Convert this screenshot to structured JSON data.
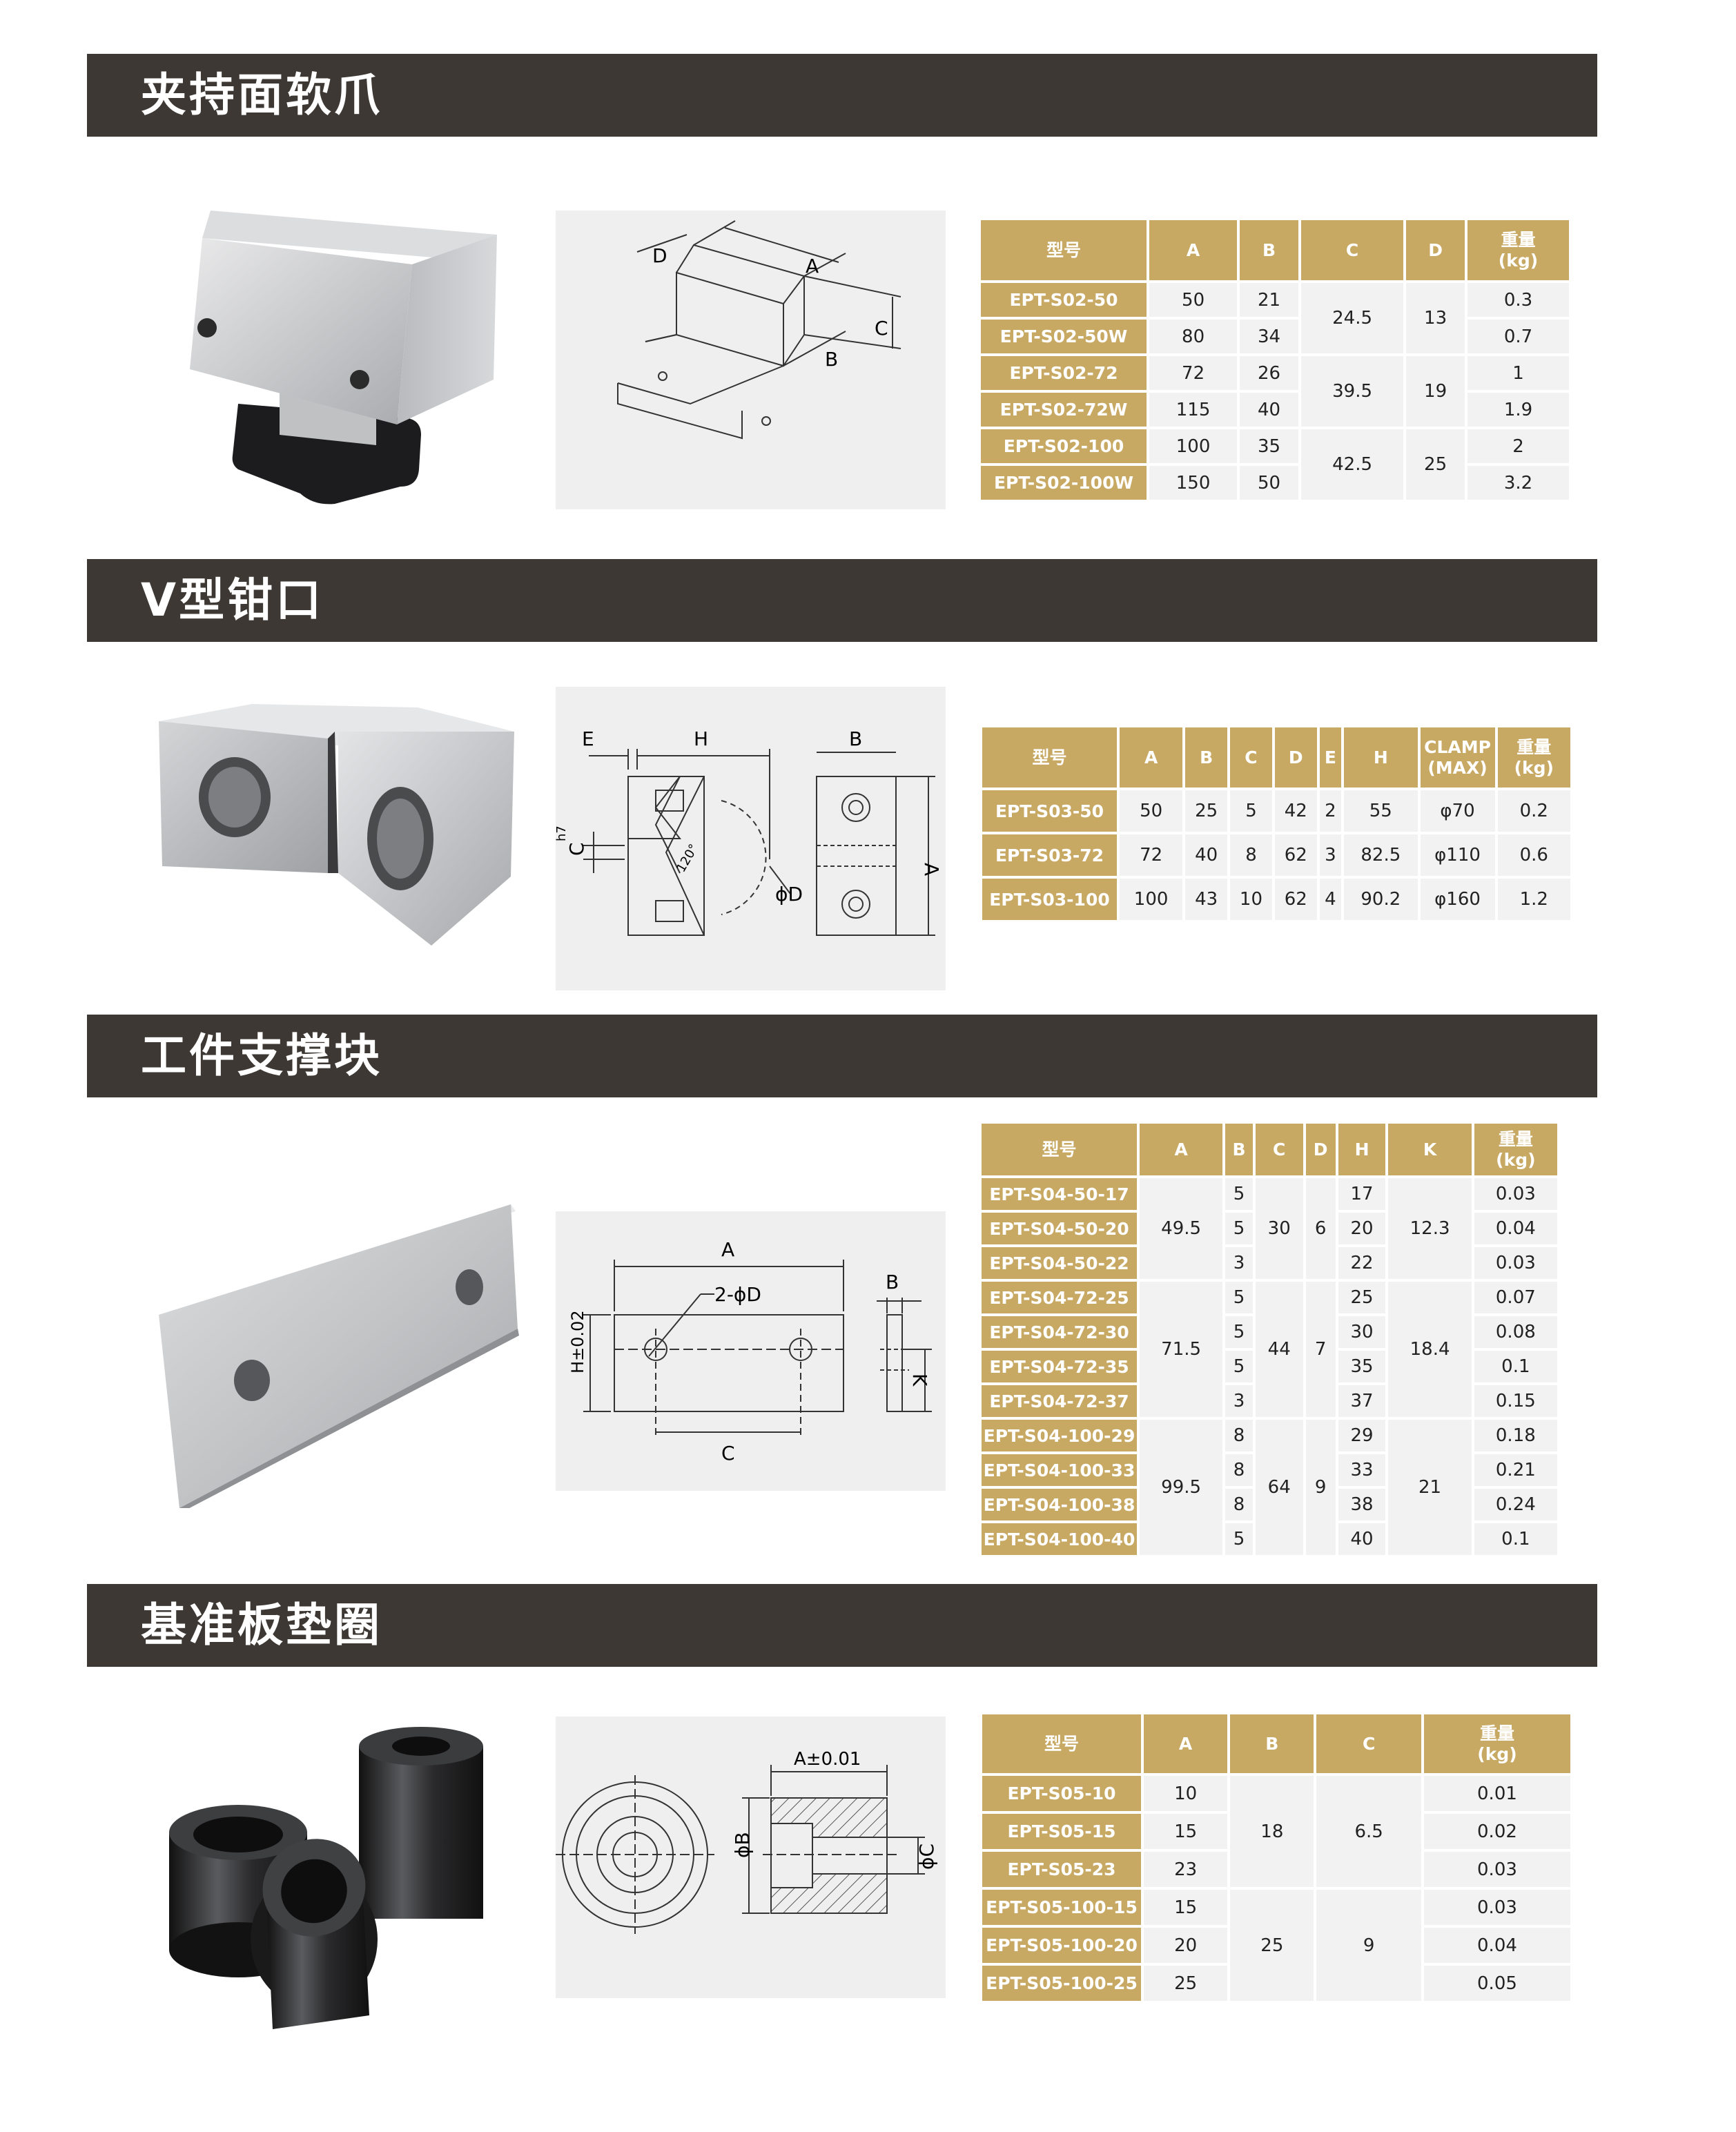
{
  "sections": [
    {
      "title": "夹持面软爪",
      "headers": [
        "型号",
        "A",
        "B",
        "C",
        "D",
        "重量\n(kg)"
      ],
      "rows": [
        {
          "model": "EPT-S02-50",
          "A": "50",
          "B": "21",
          "C": "24.5",
          "D": "13",
          "weight": "0.3"
        },
        {
          "model": "EPT-S02-50W",
          "A": "80",
          "B": "34",
          "weight": "0.7"
        },
        {
          "model": "EPT-S02-72",
          "A": "72",
          "B": "26",
          "C": "39.5",
          "D": "19",
          "weight": "1"
        },
        {
          "model": "EPT-S02-72W",
          "A": "115",
          "B": "40",
          "weight": "1.9"
        },
        {
          "model": "EPT-S02-100",
          "A": "100",
          "B": "35",
          "C": "42.5",
          "D": "25",
          "weight": "2"
        },
        {
          "model": "EPT-S02-100W",
          "A": "150",
          "B": "50",
          "weight": "3.2"
        }
      ],
      "drawing_labels": {
        "a": "A",
        "b": "B",
        "c": "C",
        "d": "D"
      }
    },
    {
      "title": "V型钳口",
      "headers": [
        "型号",
        "A",
        "B",
        "C",
        "D",
        "E",
        "H",
        "CLAMP\n(MAX)",
        "重量\n(kg)"
      ],
      "rows": [
        {
          "model": "EPT-S03-50",
          "A": "50",
          "B": "25",
          "C": "5",
          "D": "42",
          "E": "2",
          "H": "55",
          "clamp": "φ70",
          "weight": "0.2"
        },
        {
          "model": "EPT-S03-72",
          "A": "72",
          "B": "40",
          "C": "8",
          "D": "62",
          "E": "3",
          "H": "82.5",
          "clamp": "φ110",
          "weight": "0.6"
        },
        {
          "model": "EPT-S03-100",
          "A": "100",
          "B": "43",
          "C": "10",
          "D": "62",
          "E": "4",
          "H": "90.2",
          "clamp": "φ160",
          "weight": "1.2"
        }
      ],
      "drawing_labels": {
        "e": "E",
        "h": "H",
        "b": "B",
        "a": "A",
        "c": "C",
        "tol": "h7",
        "angle": "120°",
        "d": "ϕD"
      }
    },
    {
      "title": "工件支撑块",
      "headers": [
        "型号",
        "A",
        "B",
        "C",
        "D",
        "H",
        "K",
        "重量\n(kg)"
      ],
      "rows": [
        {
          "model": "EPT-S04-50-17",
          "A": "49.5",
          "B": "5",
          "C": "30",
          "D": "6",
          "H": "17",
          "K": "12.3",
          "weight": "0.03"
        },
        {
          "model": "EPT-S04-50-20",
          "B": "5",
          "H": "20",
          "weight": "0.04"
        },
        {
          "model": "EPT-S04-50-22",
          "B": "3",
          "H": "22",
          "weight": "0.03"
        },
        {
          "model": "EPT-S04-72-25",
          "A": "71.5",
          "B": "5",
          "C": "44",
          "D": "7",
          "H": "25",
          "K": "18.4",
          "weight": "0.07"
        },
        {
          "model": "EPT-S04-72-30",
          "B": "5",
          "H": "30",
          "weight": "0.08"
        },
        {
          "model": "EPT-S04-72-35",
          "B": "5",
          "H": "35",
          "weight": "0.1"
        },
        {
          "model": "EPT-S04-72-37",
          "B": "3",
          "H": "37",
          "weight": "0.15"
        },
        {
          "model": "EPT-S04-100-29",
          "A": "99.5",
          "B": "8",
          "C": "64",
          "D": "9",
          "H": "29",
          "K": "21",
          "weight": "0.18"
        },
        {
          "model": "EPT-S04-100-33",
          "B": "8",
          "H": "33",
          "weight": "0.21"
        },
        {
          "model": "EPT-S04-100-38",
          "B": "8",
          "H": "38",
          "weight": "0.24"
        },
        {
          "model": "EPT-S04-100-40",
          "B": "5",
          "H": "40",
          "weight": "0.1"
        }
      ],
      "drawing_labels": {
        "a": "A",
        "d": "2-ϕD",
        "h": "H±0.02",
        "c": "C",
        "b": "B",
        "k": "K"
      }
    },
    {
      "title": "基准板垫圈",
      "headers": [
        "型号",
        "A",
        "B",
        "C",
        "重量\n(kg)"
      ],
      "rows": [
        {
          "model": "EPT-S05-10",
          "A": "10",
          "B": "18",
          "C": "6.5",
          "weight": "0.01"
        },
        {
          "model": "EPT-S05-15",
          "A": "15",
          "weight": "0.02"
        },
        {
          "model": "EPT-S05-23",
          "A": "23",
          "weight": "0.03"
        },
        {
          "model": "EPT-S05-100-15",
          "A": "15",
          "B": "25",
          "C": "9",
          "weight": "0.03"
        },
        {
          "model": "EPT-S05-100-20",
          "A": "20",
          "weight": "0.04"
        },
        {
          "model": "EPT-S05-100-25",
          "A": "25",
          "weight": "0.05"
        }
      ],
      "drawing_labels": {
        "a": "A±0.01",
        "b": "ϕB",
        "c": "ϕC"
      }
    }
  ]
}
